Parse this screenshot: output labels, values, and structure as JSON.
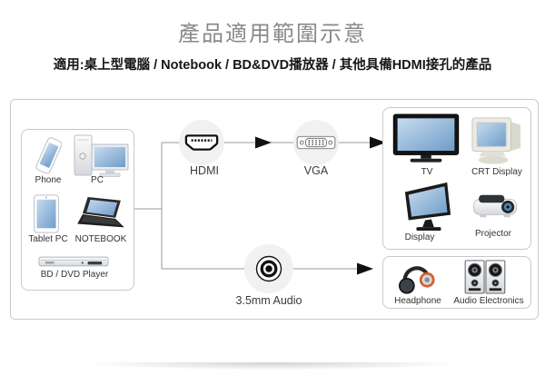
{
  "header": {
    "title": "產品適用範圍示意",
    "subtitle": "適用:桌上型電腦 / Notebook / BD&DVD播放器 / 其他具備HDMI接孔的產品"
  },
  "sources": {
    "phone": "Phone",
    "pc": "PC",
    "tablet": "Tablet PC",
    "notebook": "NOTEBOOK",
    "bd_dvd": "BD / DVD Player"
  },
  "connectors": {
    "hdmi": {
      "label": "HDMI"
    },
    "vga": {
      "label": "VGA"
    },
    "audio": {
      "label": "3.5mm Audio"
    }
  },
  "video_outputs": {
    "tv": "TV",
    "crt": "CRT Display",
    "display": "Display",
    "projector": "Projector"
  },
  "audio_outputs": {
    "headphone": "Headphone",
    "speakers": "Audio Electronics"
  },
  "colors": {
    "screen_blue": "#6f9cc9",
    "box_border": "#c9c9c9",
    "line_gray": "#999999",
    "arrow_black": "#111111",
    "title_gray": "#8a8a8a",
    "headphone_accent": "#d2622e"
  }
}
